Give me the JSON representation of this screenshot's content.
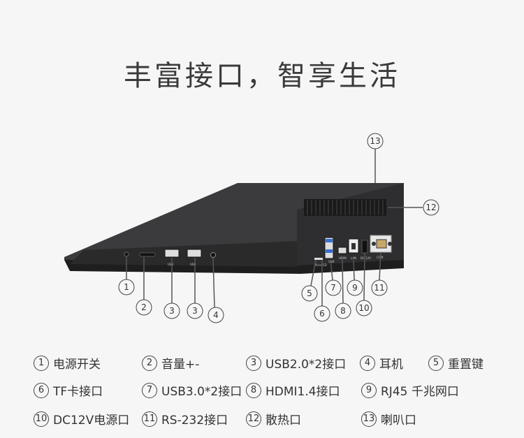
{
  "title": "丰富接口，智享生活",
  "port_labels": {
    "usb_front_1": "USB",
    "usb_front_2": "USB",
    "micro_sd": "Micro SD",
    "usb_rear": "USB",
    "hdmi": "HDMI",
    "lan": "LAN",
    "dc": "DC 12V",
    "com": "COM"
  },
  "callouts": [
    "1",
    "2",
    "3",
    "3",
    "4",
    "5",
    "6",
    "7",
    "8",
    "9",
    "10",
    "11",
    "12",
    "13"
  ],
  "legend": [
    {
      "num": "1",
      "label": "电源开关"
    },
    {
      "num": "2",
      "label": "音量+-"
    },
    {
      "num": "3",
      "label": "USB2.0*2接口"
    },
    {
      "num": "4",
      "label": "耳机"
    },
    {
      "num": "5",
      "label": "重置键"
    },
    {
      "num": "6",
      "label": "TF卡接口"
    },
    {
      "num": "7",
      "label": "USB3.0*2接口"
    },
    {
      "num": "8",
      "label": "HDMI1.4接口"
    },
    {
      "num": "9",
      "label": "RJ45 千兆网口"
    },
    {
      "num": "10",
      "label": "DC12V电源口"
    },
    {
      "num": "11",
      "label": "RS-232接口"
    },
    {
      "num": "12",
      "label": "散热口"
    },
    {
      "num": "13",
      "label": "喇叭口"
    }
  ]
}
